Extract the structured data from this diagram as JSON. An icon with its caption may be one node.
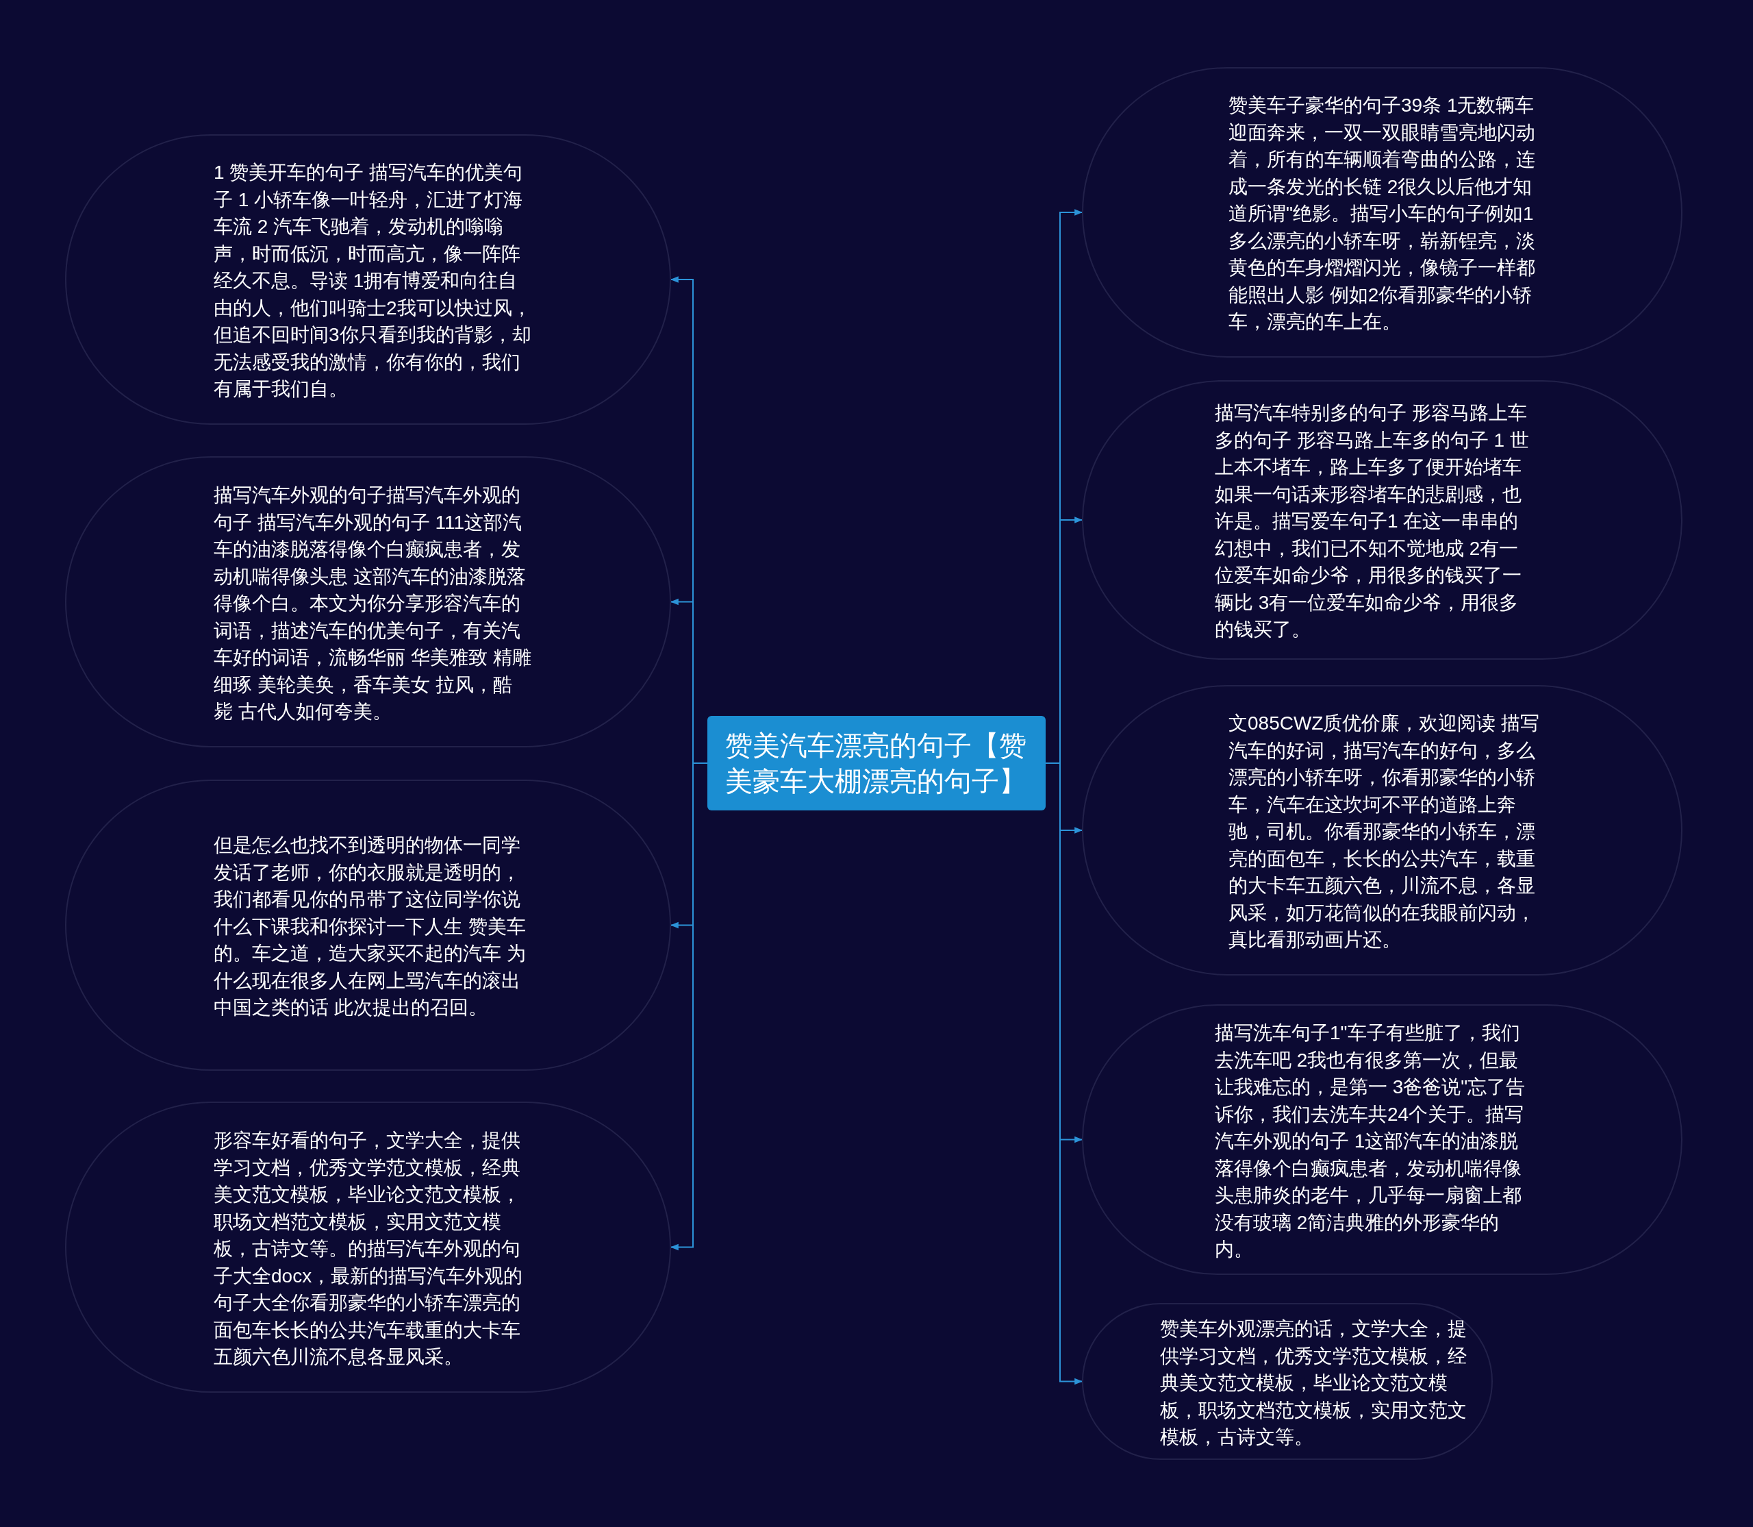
{
  "diagram": {
    "nodes": [
      {
        "text": [
          "赞美汽车漂亮的句子【赞美豪车大棚漂亮的句子】"
        ]
      },
      {
        "text": [
          "1 赞美开车的句子 描写汽车的优美句子 1 小轿车像一叶轻舟，汇进了灯海车流 2 汽车飞驰着，发动机的嗡嗡声，时而低沉，时而高亢，像一阵阵经久不息。导读 1拥有博爱和向往自由的人，他们叫骑士2我可以快过风，但追不回时间3你只看到我的背影，却无法感受我的激情，你有你的，我们有属于我们自。"
        ]
      },
      {
        "text": [
          "描写汽车外观的句子描写汽车外观的句子 描写汽车外观的句子 111这部汽车的油漆脱落得像个白癫疯患者，发动机喘得像头患 这部汽车的油漆脱落得像个白。本文为你分享形容汽车的词语，描述汽车的优美句子，有关汽车好的词语，流畅华丽 华美雅致 精雕细琢 美轮美奂，香车美女 拉风，酷毙 古代人如何夸美。"
        ]
      },
      {
        "text": [
          "但是怎么也找不到透明的物体一同学发话了老师，你的衣服就是透明的，我们都看见你的吊带了这位同学你说什么下课我和你探讨一下人生 赞美车的。车之道，造大家买不起的汽车 为什么现在很多人在网上骂汽车的滚出中国之类的话 此次提出的召回。"
        ]
      },
      {
        "text": [
          "形容车好看的句子，文学大全，提供学习文档，优秀文学范文模板，经典美文范文模板，毕业论文范文模板，职场文档范文模板，实用文范文模板，古诗文等。的描写汽车外观的句子大全docx，最新的描写汽车外观的句子大全你看那豪华的小轿车漂亮的面包车长长的公共汽车载重的大卡车五颜六色川流不息各显风采。"
        ]
      },
      {
        "text": [
          "赞美车子豪华的句子39条 1无数辆车迎面奔来，一双一双眼睛雪亮地闪动着，所有的车辆顺着弯曲的公路，连成一条发光的长链 2很久以后他才知道所谓\"绝影。描写小车的句子例如1多么漂亮的小轿车呀，崭新锃亮，淡黄色的车身熠熠闪光，像镜子一样都能照出人影 例如2你看那豪华的小轿车，漂亮的车上在。"
        ]
      },
      {
        "text": [
          "描写汽车特别多的句子 形容马路上车多的句子 形容马路上车多的句子 1 世上本不堵车，路上车多了便开始堵车如果一句话来形容堵车的悲剧感，也许是。描写爱车句子1 在这一串串的幻想中，我们已不知不觉地成 2有一位爱车如命少爷，用很多的钱买了一辆比 3有一位爱车如命少爷，用很多的钱买了。"
        ]
      },
      {
        "text": [
          "文085CWZ质优价廉，欢迎阅读 描写汽车的好词，描写汽车的好句，多么漂亮的小轿车呀，你看那豪华的小轿车，汽车在这坎坷不平的道路上奔驰，司机。你看那豪华的小轿车，漂亮的面包车，长长的公共汽车，载重的大卡车五颜六色，川流不息，各显风采，如万花筒似的在我眼前闪动，真比看那动画片还。"
        ]
      },
      {
        "text": [
          "描写洗车句子1\"车子有些脏了，我们去洗车吧 2我也有很多第一次，但最让我难忘的，是第一 3爸爸说\"忘了告诉你，我们去洗车共24个关于。描写汽车外观的句子 1这部汽车的油漆脱落得像个白癫疯患者，发动机喘得像头患肺炎的老牛，几乎每一扇窗上都没有玻璃 2简洁典雅的外形豪华的内。"
        ]
      },
      {
        "text": [
          "赞美车外观漂亮的话，文学大全，提供学习文档，优秀文学范文模板，经典美文范文模板，毕业论文范文模板，职场文档范文模板，实用文范文模板，古诗文等。"
        ]
      }
    ],
    "edges": [
      {
        "from": 0,
        "to": 1,
        "arrow": "to"
      },
      {
        "from": 0,
        "to": 2,
        "arrow": "to"
      },
      {
        "from": 0,
        "to": 3,
        "arrow": "to"
      },
      {
        "from": 0,
        "to": 4,
        "arrow": "to"
      },
      {
        "from": 0,
        "to": 5,
        "arrow": "to"
      },
      {
        "from": 0,
        "to": 6,
        "arrow": "to"
      },
      {
        "from": 0,
        "to": 7,
        "arrow": "to"
      },
      {
        "from": 0,
        "to": 8,
        "arrow": "to"
      },
      {
        "from": 0,
        "to": 9,
        "arrow": "to"
      }
    ]
  }
}
